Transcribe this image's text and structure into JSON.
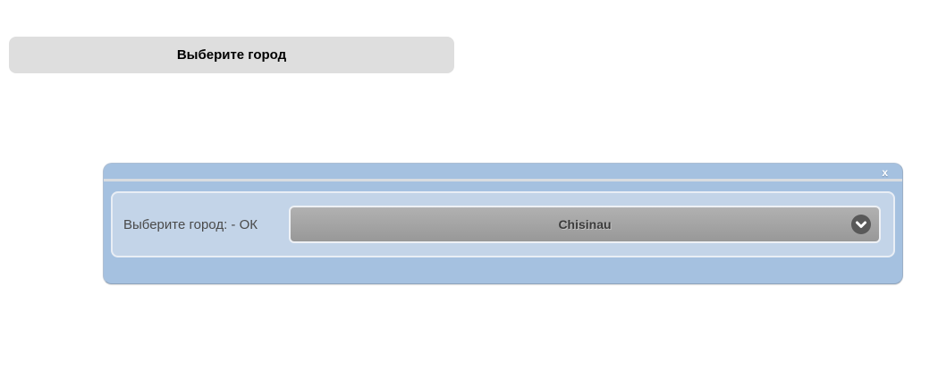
{
  "trigger_button": {
    "label": "Выберите город"
  },
  "dialog": {
    "close_label": "x",
    "field_label": "Выберите город: - ОК",
    "dropdown": {
      "selected": "Chisinau",
      "chevron_icon": "chevron-down"
    }
  },
  "colors": {
    "trigger_button_bg": "#dedede",
    "dialog_bg": "#a5c1e0",
    "panel_bg": "#c3d4e8",
    "dropdown_bg": "#a4a4a4",
    "dropdown_text": "#3b3b3b",
    "chevron_circle": "#595959",
    "label_text": "#4a4a4a"
  }
}
